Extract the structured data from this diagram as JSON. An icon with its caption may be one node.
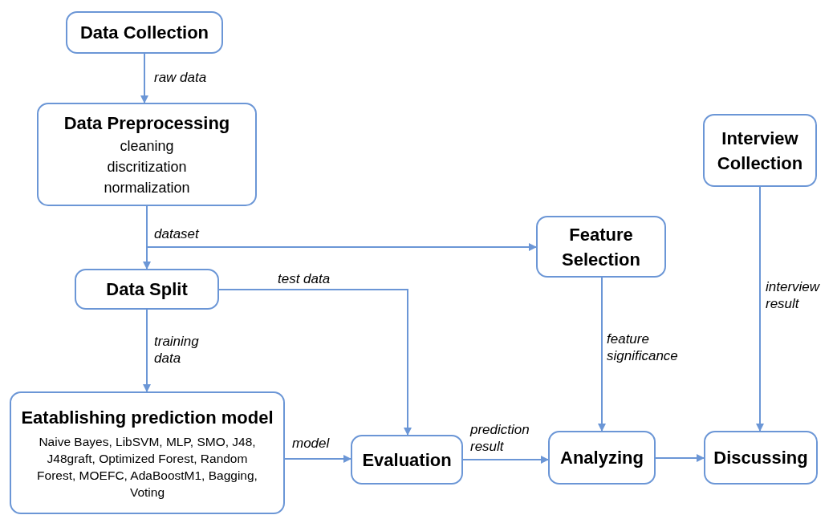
{
  "diagram": {
    "nodes": [
      {
        "text": [
          "Data Collection"
        ]
      },
      {
        "text": [
          "Data Preprocessing",
          "cleaning",
          "discritization",
          "normalization"
        ]
      },
      {
        "text": [
          "Data Split"
        ]
      },
      {
        "text": [
          "Feature Selection"
        ]
      },
      {
        "text": [
          "Interview Collection"
        ]
      },
      {
        "text": [
          "Eatablishing prediction model",
          "Naive Bayes, LibSVM, MLP, SMO, J48, J48graft, Optimized Forest, Random Forest, MOEFC, AdaBoostM1, Bagging, Voting"
        ]
      },
      {
        "text": [
          "Evaluation"
        ]
      },
      {
        "text": [
          "Analyzing"
        ]
      },
      {
        "text": [
          "Discussing"
        ]
      }
    ],
    "edges": [
      {
        "from": 0,
        "to": 1,
        "arrow": "to",
        "label": "raw data"
      },
      {
        "from": 1,
        "to": 2,
        "arrow": "to"
      },
      {
        "from": 1,
        "to": 3,
        "arrow": "to",
        "label": "dataset"
      },
      {
        "from": 2,
        "to": 6,
        "arrow": "to",
        "label": "test data"
      },
      {
        "from": 2,
        "to": 5,
        "arrow": "to",
        "label": "training data"
      },
      {
        "from": 5,
        "to": 6,
        "arrow": "to",
        "label": "model"
      },
      {
        "from": 6,
        "to": 7,
        "arrow": "to",
        "label": "prediction result"
      },
      {
        "from": 3,
        "to": 7,
        "arrow": "to",
        "label": "feature significance"
      },
      {
        "from": 4,
        "to": 8,
        "arrow": "to",
        "label": "interview result"
      },
      {
        "from": 7,
        "to": 8,
        "arrow": "to"
      }
    ]
  }
}
